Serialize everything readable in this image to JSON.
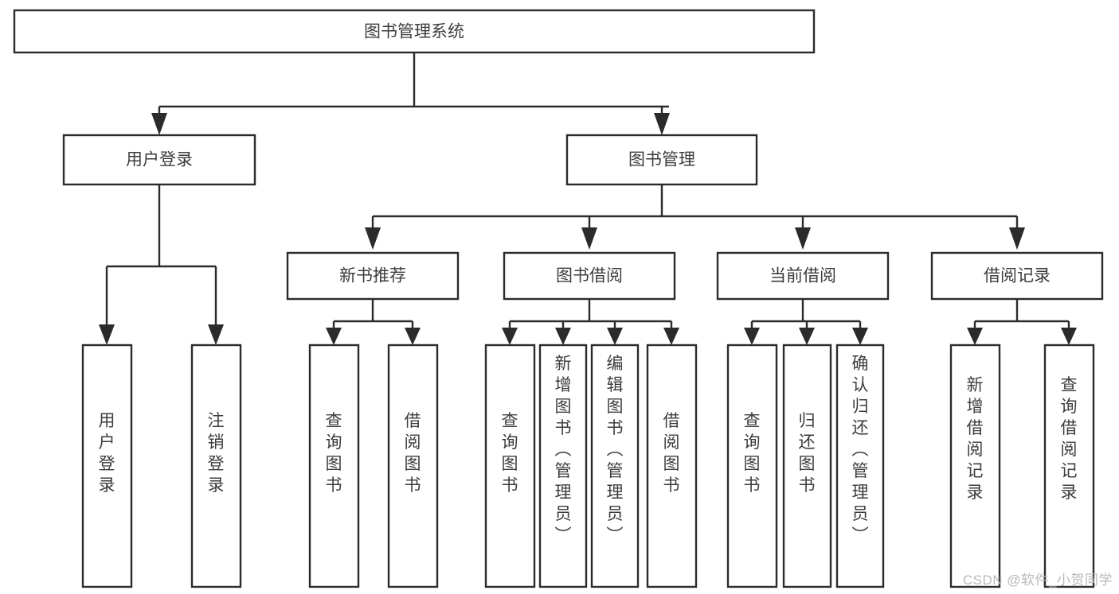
{
  "diagram": {
    "type": "tree-hierarchy",
    "title": "图书管理系统",
    "watermark": "CSDN @软件_小贺同学",
    "colors": {
      "background": "#ffffff",
      "box_stroke": "#2b2b2b",
      "box_fill": "#ffffff",
      "text": "#3c3c3c",
      "connector": "#2b2b2b",
      "watermark": "#b9b9b9"
    },
    "nodes": {
      "root": {
        "label": "图书管理系统",
        "orientation": "horizontal"
      },
      "level2": [
        {
          "label": "用户登录",
          "orientation": "horizontal"
        },
        {
          "label": "图书管理",
          "orientation": "horizontal"
        }
      ],
      "level3": [
        {
          "label": "新书推荐",
          "orientation": "horizontal"
        },
        {
          "label": "图书借阅",
          "orientation": "horizontal"
        },
        {
          "label": "当前借阅",
          "orientation": "horizontal"
        },
        {
          "label": "借阅记录",
          "orientation": "horizontal"
        }
      ],
      "leaves": {
        "user_login": [
          {
            "label": "用户登录",
            "orientation": "vertical"
          },
          {
            "label": "注销登录",
            "orientation": "vertical"
          }
        ],
        "new_book_recommend": [
          {
            "label": "查询图书",
            "orientation": "vertical"
          },
          {
            "label": "借阅图书",
            "orientation": "vertical"
          }
        ],
        "book_borrow": [
          {
            "label": "查询图书",
            "orientation": "vertical"
          },
          {
            "label": "新增图书（管理员）",
            "orientation": "vertical"
          },
          {
            "label": "编辑图书（管理员）",
            "orientation": "vertical"
          },
          {
            "label": "借阅图书",
            "orientation": "vertical"
          }
        ],
        "current_borrow": [
          {
            "label": "查询图书",
            "orientation": "vertical"
          },
          {
            "label": "归还图书",
            "orientation": "vertical"
          },
          {
            "label": "确认归还（管理员）",
            "orientation": "vertical"
          }
        ],
        "borrow_record": [
          {
            "label": "新增借阅记录",
            "orientation": "vertical"
          },
          {
            "label": "查询借阅记录",
            "orientation": "vertical"
          }
        ]
      }
    }
  }
}
